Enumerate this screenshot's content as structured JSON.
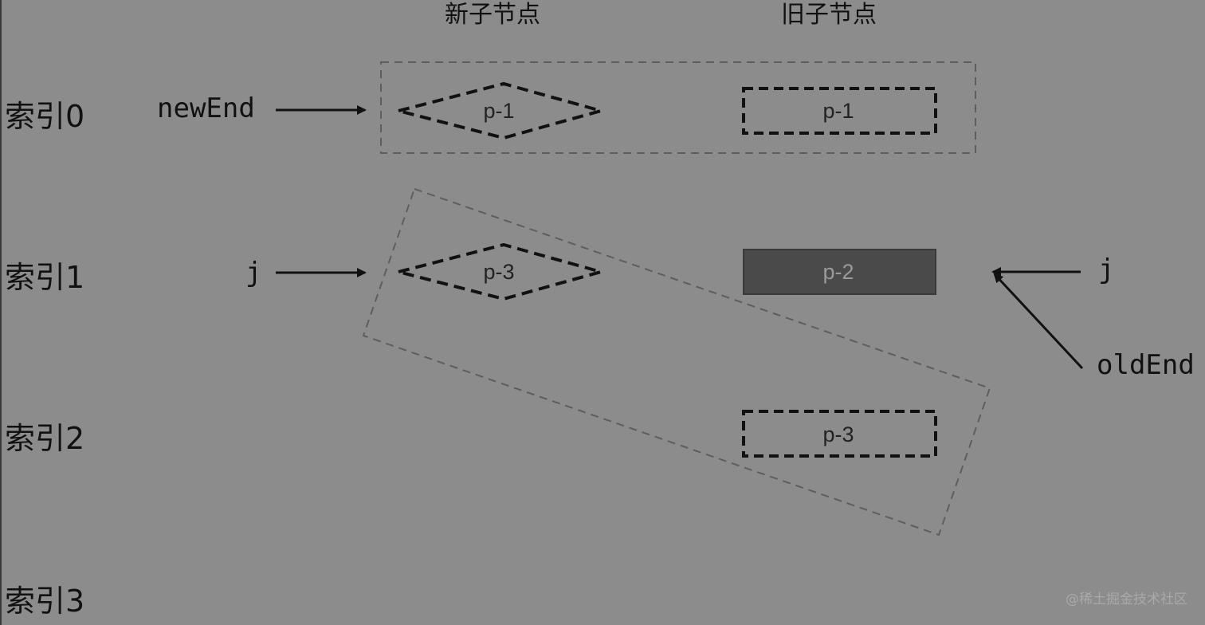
{
  "headers": {
    "new_children": "新子节点",
    "old_children": "旧子节点"
  },
  "rows": [
    {
      "label": "索引0"
    },
    {
      "label": "索引1"
    },
    {
      "label": "索引2"
    },
    {
      "label": "索引3"
    }
  ],
  "new_nodes": [
    {
      "label": "p-1",
      "shape": "diamond",
      "style": "dashed"
    },
    {
      "label": "p-3",
      "shape": "diamond",
      "style": "dashed"
    }
  ],
  "old_nodes": [
    {
      "label": "p-1",
      "shape": "rect",
      "style": "dashed"
    },
    {
      "label": "p-2",
      "shape": "rect",
      "style": "filled-dark"
    },
    {
      "label": "p-3",
      "shape": "rect",
      "style": "dashed"
    }
  ],
  "pointers": {
    "new_end": "newEnd",
    "new_j": "j",
    "old_j": "j",
    "old_end": "oldEnd"
  },
  "watermark": "@稀土掘金技术社区",
  "colors": {
    "background": "#8c8c8c",
    "filled_node": "#4a4a4a",
    "filled_node_text": "#9a9a9a",
    "group_border": "#5e5e5e",
    "stroke": "#111111"
  }
}
